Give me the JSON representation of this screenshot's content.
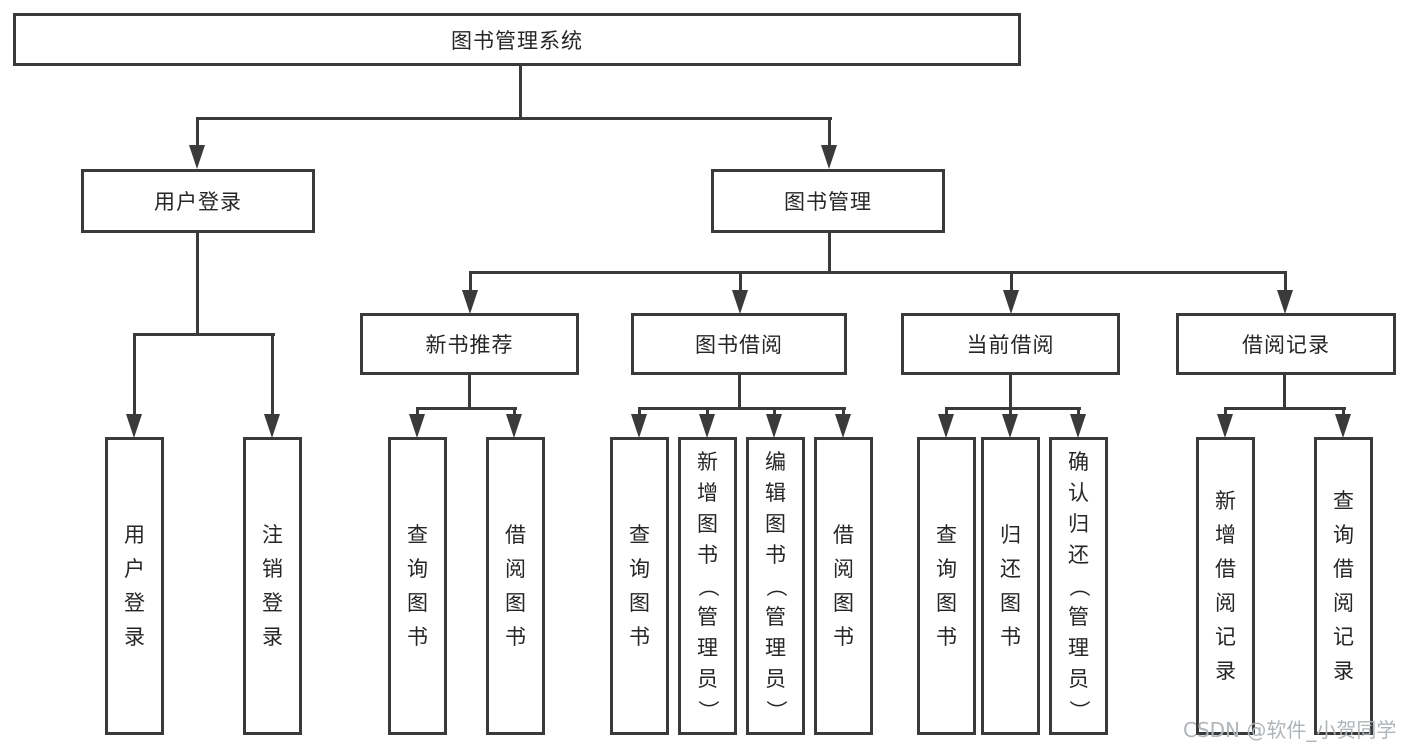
{
  "diagram": {
    "nodes": {
      "root": "图书管理系统",
      "user_login": "用户登录",
      "book_mgmt": "图书管理",
      "new_books": "新书推荐",
      "book_borrow": "图书借阅",
      "current_borrow": "当前借阅",
      "borrow_records": "借阅记录",
      "leaf_user_login": "用户登录",
      "leaf_logout": "注销登录",
      "leaf_nb_query": "查询图书",
      "leaf_nb_borrow": "借阅图书",
      "leaf_bb_query": "查询图书",
      "leaf_bb_add": "新增图书（管理员）",
      "leaf_bb_edit": "编辑图书（管理员）",
      "leaf_bb_borrow": "借阅图书",
      "leaf_cb_query": "查询图书",
      "leaf_cb_return": "归还图书",
      "leaf_cb_confirm": "确认归还（管理员）",
      "leaf_br_add": "新增借阅记录",
      "leaf_br_query": "查询借阅记录"
    }
  },
  "watermark": "CSDN @软件_小贺同学",
  "colors": {
    "line": "#3a3a3a",
    "text": "#262626",
    "watermark": "#b0b5b9",
    "background": "#ffffff"
  }
}
